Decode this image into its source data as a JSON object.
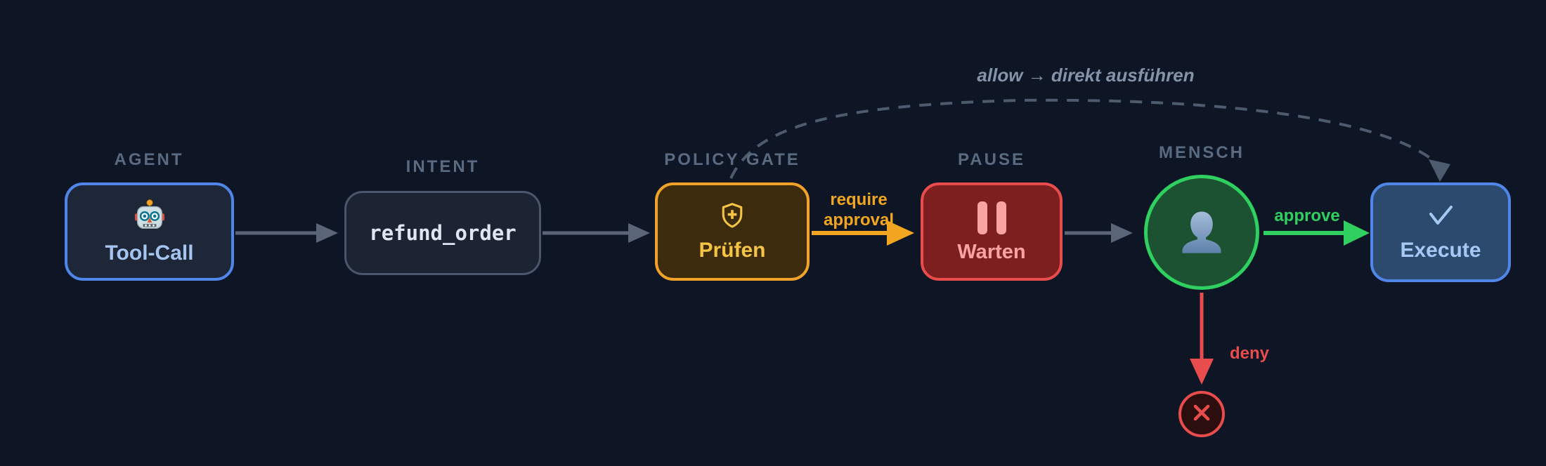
{
  "diagram": {
    "background_color": "#0e1626",
    "type": "flowchart",
    "description_visible_flow": "Tool-Call -> refund_order -> Prüfen -> Warten -> Mensch -> Execute"
  },
  "nodes": {
    "agent": {
      "category": "AGENT",
      "title": "Tool-Call",
      "icon": "robot-face",
      "border_color": "#4f86e8",
      "fill_color": "#1e2737",
      "text_color": "#a6c4f0"
    },
    "intent": {
      "category": "INTENT",
      "title": "refund_order",
      "border_color": "#49566b",
      "fill_color": "#1c2433",
      "text_color": "#dfe6ef"
    },
    "policy_gate": {
      "category": "POLICY GATE",
      "title": "Prüfen",
      "icon": "shield-plus",
      "border_color": "#f0a328",
      "fill_color": "#3d2b0e",
      "text_color": "#f6c445"
    },
    "pause": {
      "category": "PAUSE",
      "title": "Warten",
      "icon": "pause-bars",
      "border_color": "#e84c4c",
      "fill_color": "#7e1f1f",
      "text_color": "#f9a3a3"
    },
    "mensch": {
      "category": "MENSCH",
      "icon": "person-silhouette",
      "border_color": "#2fd05f",
      "fill_color": "#1c5232"
    },
    "execute": {
      "title": "Execute",
      "icon": "check-mark",
      "border_color": "#4f86e8",
      "fill_color": "#2b4a6e",
      "text_color": "#a6c8f5"
    },
    "denied": {
      "icon": "cross-mark",
      "border_color": "#e84c4c",
      "fill_color": "#2c0e0e"
    }
  },
  "edges": {
    "agent_to_intent": {
      "style": "solid-arrow",
      "color": "#5a6678"
    },
    "intent_to_policy": {
      "style": "solid-arrow",
      "color": "#5a6678"
    },
    "policy_to_pause": {
      "label": "require approval",
      "style": "solid-arrow",
      "color": "#f2a51f"
    },
    "pause_to_mensch": {
      "style": "solid-arrow",
      "color": "#5a6678"
    },
    "mensch_to_execute": {
      "label": "approve",
      "style": "solid-arrow",
      "color": "#2fd05f"
    },
    "mensch_to_denied": {
      "label": "deny",
      "style": "solid-arrow",
      "color": "#e84c4c"
    },
    "policy_to_execute": {
      "label": "allow → direkt ausführen",
      "style": "dashed-curve-arrow",
      "color": "#4d5b6e"
    }
  },
  "labels_color": "#5a6a80"
}
